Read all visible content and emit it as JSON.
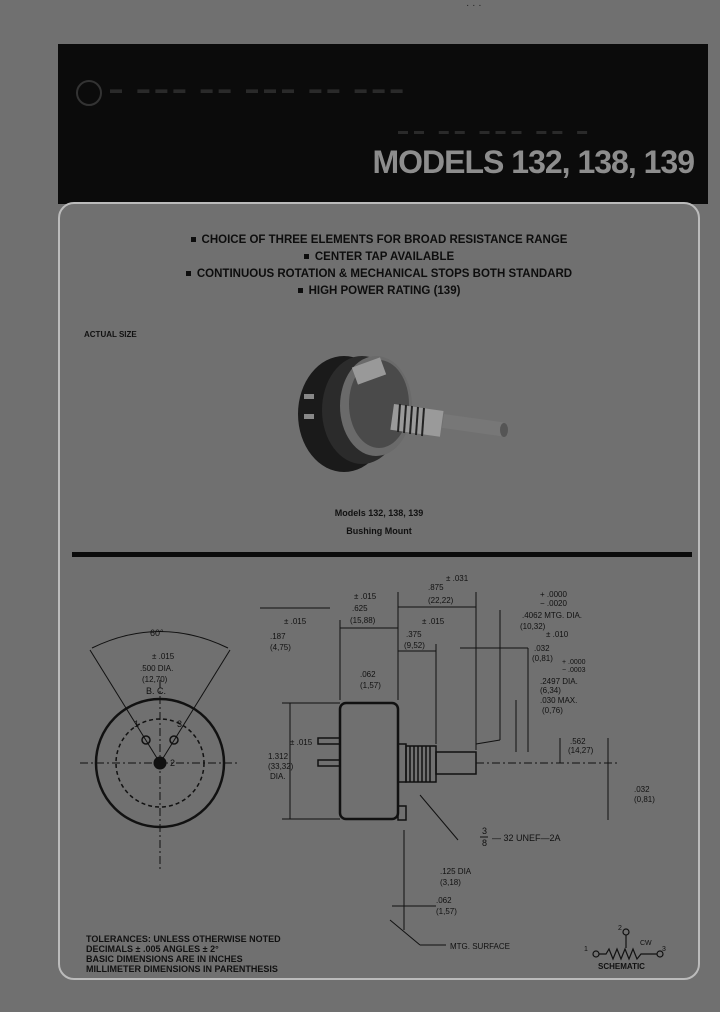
{
  "header": {
    "title": "MODELS 132, 138, 139"
  },
  "features": [
    "CHOICE OF THREE ELEMENTS FOR BROAD RESISTANCE RANGE",
    "CENTER TAP AVAILABLE",
    "CONTINUOUS ROTATION & MECHANICAL STOPS BOTH STANDARD",
    "HIGH POWER RATING (139)"
  ],
  "photo": {
    "actual_size_label": "ACTUAL SIZE",
    "caption_line1": "Models 132, 138, 139",
    "caption_line2": "Bushing Mount"
  },
  "dims": {
    "angle": "60°",
    "bc_tol": "± .015",
    "bc_dia": ".500 DIA.",
    "bc_mm": "(12,70)",
    "bc": "B. C.",
    "pin1": "1",
    "pin2": "2",
    "pin3": "3",
    "d187": ".187",
    "d187_tol": "± .015",
    "d187_mm": "(4,75)",
    "d625": ".625",
    "d625_tol": "± .015",
    "d625_mm": "(15,88)",
    "d875": ".875",
    "d875_tol": "± .031",
    "d875_mm": "(22,22)",
    "d375": ".375",
    "d375_tol": "± .015",
    "d375_mm": "(9,52)",
    "d062a": ".062",
    "d062a_mm": "(1,57)",
    "d1312_tol": "± .015",
    "d1312": "1.312",
    "d1312_mm": "(33,32)",
    "d1312_dia": "DIA.",
    "d4062_tol_plus": "+ .0000",
    "d4062_tol_minus": "− .0020",
    "d4062": ".4062 MTG. DIA.",
    "d4062_mm": "(10,32)",
    "d032a_tol": "± .010",
    "d032a": ".032",
    "d032a_mm": "(0,81)",
    "d2497_tol_plus": "+ .0000",
    "d2497_tol_minus": "− .0003",
    "d2497": ".2497 DIA.",
    "d2497_mm": "(6,34)",
    "d030": ".030 MAX.",
    "d030_mm": "(0,76)",
    "d562": ".562",
    "d562_mm": "(14,27)",
    "d032b": ".032",
    "d032b_mm": "(0,81)",
    "thread_num": "3",
    "thread_den": "8",
    "thread": "— 32 UNEF—2A",
    "d125": ".125 DIA",
    "d125_mm": "(3,18)",
    "d062b": ".062",
    "d062b_mm": "(1,57)",
    "mtg_surface": "MTG. SURFACE"
  },
  "tolerances": [
    "TOLERANCES: UNLESS OTHERWISE NOTED",
    "DECIMALS ± .005  ANGLES ± 2°",
    "BASIC DIMENSIONS ARE IN INCHES",
    "MILLIMETER DIMENSIONS IN PARENTHESIS"
  ],
  "schematic": {
    "label": "SCHEMATIC",
    "cw": "CW",
    "pin1": "1",
    "pin2": "2",
    "pin3": "3"
  }
}
